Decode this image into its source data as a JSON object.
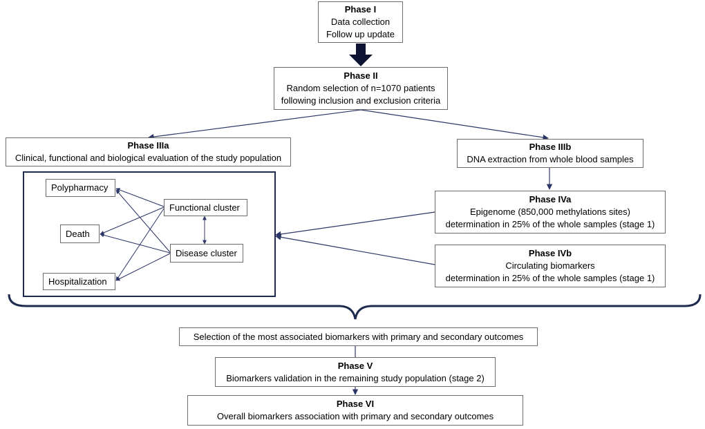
{
  "phase1": {
    "title": "Phase I",
    "lines": [
      "Data collection",
      "Follow up update"
    ]
  },
  "phase2": {
    "title": "Phase II",
    "lines": [
      "Random selection of n=1070 patients",
      "following inclusion and exclusion criteria"
    ]
  },
  "phase3a": {
    "title": "Phase IIIa",
    "lines": [
      "Clinical, functional and biological evaluation of the study population"
    ]
  },
  "phase3b": {
    "title": "Phase IIIb",
    "lines": [
      "DNA extraction from whole blood samples"
    ]
  },
  "phase4a": {
    "title": "Phase IVa",
    "lines": [
      "Epigenome (850,000 methylations sites)",
      "determination in 25% of the whole samples (stage 1)"
    ]
  },
  "phase4b": {
    "title": "Phase IVb",
    "lines": [
      "Circulating biomarkers",
      "determination in 25% of the whole samples (stage 1)"
    ]
  },
  "cluster": {
    "outcomes": [
      "Polypharmacy",
      "Death",
      "Hospitalization"
    ],
    "functional": "Functional cluster",
    "disease": "Disease cluster"
  },
  "selection": {
    "text": "Selection of the most associated biomarkers with primary and secondary outcomes"
  },
  "phase5": {
    "title": "Phase V",
    "lines": [
      "Biomarkers validation in the remaining study population (stage 2)"
    ]
  },
  "phase6": {
    "title": "Phase VI",
    "lines": [
      "Overall biomarkers association with primary and secondary outcomes"
    ]
  },
  "colors": {
    "arrow": "#2b3566",
    "border": "#6b6b6b",
    "frame": "#1f2a4f",
    "bracket": "#1f2a4f"
  }
}
